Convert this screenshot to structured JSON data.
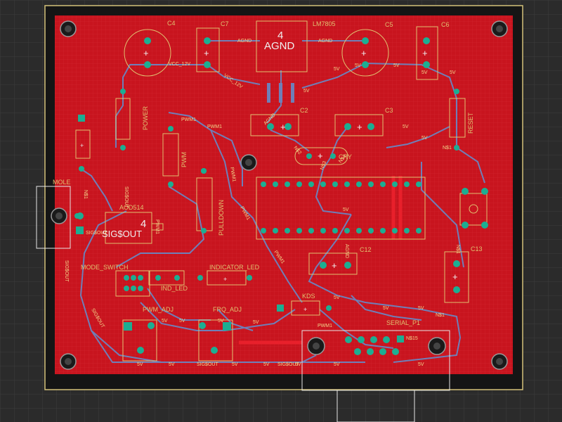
{
  "colors": {
    "background": "#2b2b2b",
    "grid": "#3d3d3d",
    "board_edge": "#d4c27a",
    "copper": "#c8141e",
    "trace": "#6f7fb8",
    "silk": "#e0c070",
    "pad": "#1cae92"
  },
  "components": {
    "c4": "C4",
    "c7": "C7",
    "lm7805": "LM7805",
    "c5": "C5",
    "c6": "C6",
    "c2": "C2",
    "c3": "C3",
    "cry": "CRY",
    "power": "POWER",
    "pwm": "PWM",
    "pulldown": "PULLDOWN",
    "reset": "RESET",
    "mole": "MOLE",
    "aod514": "AOD514",
    "c12": "C12",
    "c13": "C13",
    "mode_switch": "MODE_SWITCH",
    "indicator_led": "INDICATOR_LED",
    "ind_led": "IND_LED",
    "pwm_adj": "PWM_ADJ",
    "frq_adj": "FRQ_ADJ",
    "serial": "SERIAL_P1",
    "kds": "KDS",
    "n$15": "N$15"
  },
  "overlays": {
    "agnd_num": "4",
    "agnd_name": "AGND",
    "sigout_num": "4",
    "sigout_name": "SIG$OUT"
  },
  "nets": {
    "agnd": "AGND",
    "vcc": "VCC_12V",
    "v5": "5V",
    "pwm1": "PWM1",
    "n1": "N$1",
    "n2": "N$2",
    "n3": "N$3",
    "n4": "N$4",
    "sig": "SIG$OUT",
    "gnd": "AGND"
  }
}
